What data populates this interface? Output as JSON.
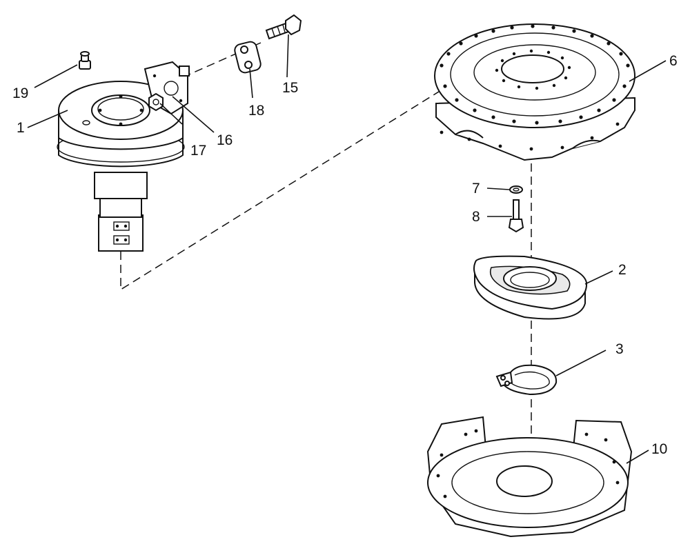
{
  "callouts": {
    "c1": "1",
    "c2": "2",
    "c3": "3",
    "c6": "6",
    "c7": "7",
    "c8": "8",
    "c10": "10",
    "c15": "15",
    "c16": "16",
    "c17": "17",
    "c18": "18",
    "c19": "19"
  }
}
